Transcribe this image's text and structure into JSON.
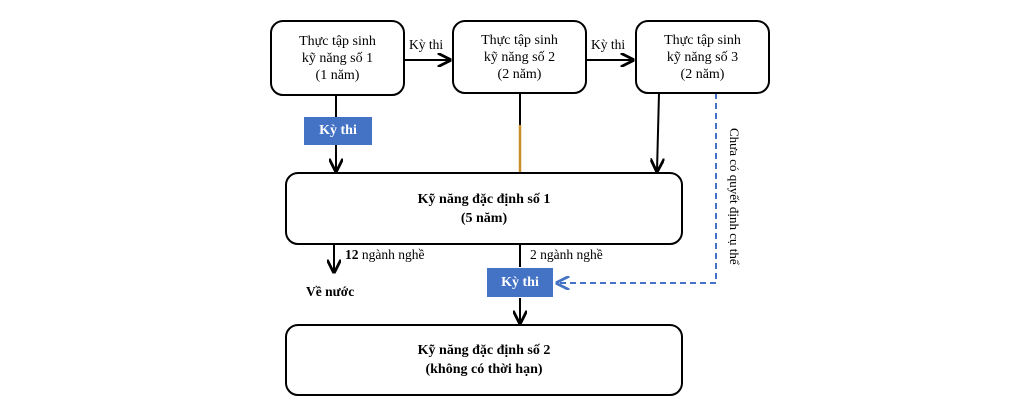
{
  "interns": [
    {
      "lines": [
        "Thực tập sinh",
        "kỹ năng số 1",
        "(1 năm)"
      ]
    },
    {
      "lines": [
        "Thực tập sinh",
        "kỹ năng số 2",
        "(2 năm)"
      ]
    },
    {
      "lines": [
        "Thực tập sinh",
        "kỹ năng số 3",
        "(2 năm)"
      ]
    }
  ],
  "exam_label": "Kỳ thi",
  "arrow_labels": {
    "intern1_to_2": "Kỳ thi",
    "intern2_to_3": "Kỳ thi"
  },
  "skill1": {
    "line1": "Kỹ năng đặc định số 1",
    "line2": "(5 năm)"
  },
  "skill2": {
    "line1": "Kỹ năng đặc định số 2",
    "line2": "(không có thời hạn)"
  },
  "branch_left": {
    "count": "12",
    "label": "ngành nghề",
    "result": "Về nước"
  },
  "branch_right": {
    "label": "2 ngành nghề"
  },
  "dashed_label": "Chưa có quyết định cụ thể",
  "colors": {
    "exam_box": "#4472c4",
    "dashed_line": "#4472c4",
    "line": "#000000",
    "accent_line": "#c8902a"
  }
}
